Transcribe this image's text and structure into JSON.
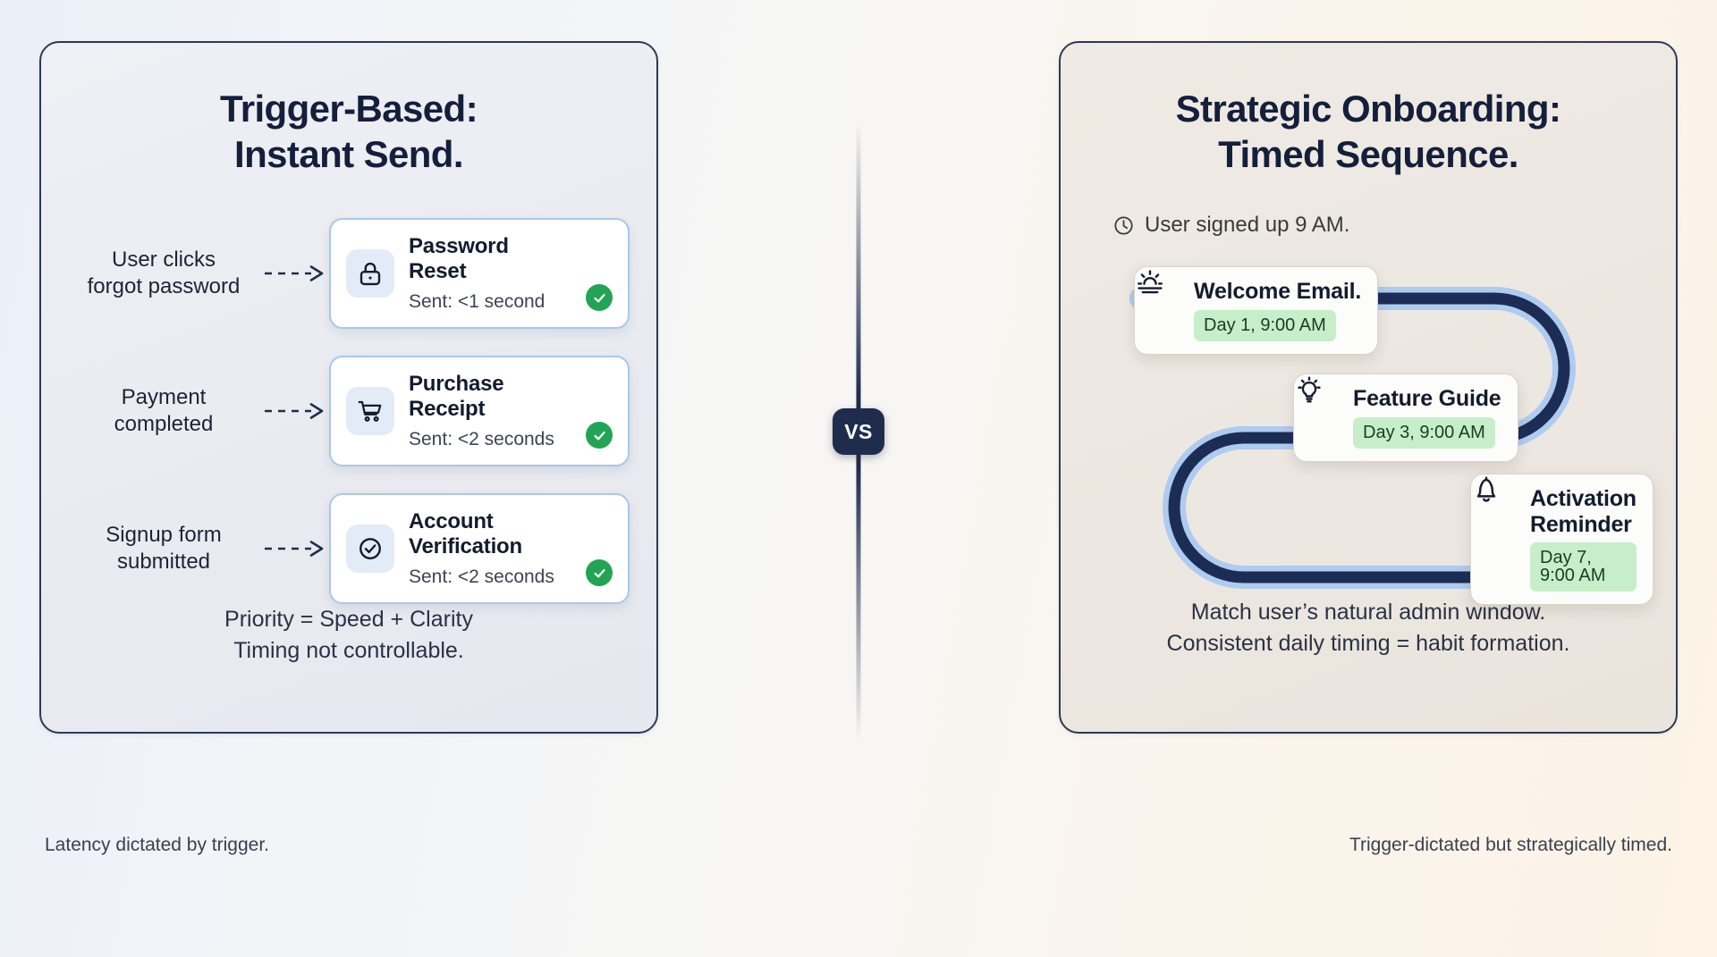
{
  "theme": {
    "navy": "#1f2d4d",
    "card_border_blue": "#a9c8ea",
    "icon_tile_blue": "#e3ebf7",
    "check_green": "#23a455",
    "chip_green_bg": "#c6efc9",
    "timeline_dark": "#1c2d55",
    "timeline_glow": "#aecbf0",
    "left_panel_bg": "#e9ebf1",
    "right_panel_bg": "#ece7e0"
  },
  "divider": {
    "badge_label": "VS"
  },
  "left_panel": {
    "title": "Trigger-Based:\nInstant Send.",
    "triggers": [
      {
        "label": "User clicks\nforgot password",
        "icon": "lock-icon",
        "mail_title": "Password Reset",
        "mail_sub": "Sent: <1 second",
        "status": "sent-check"
      },
      {
        "label": "Payment\ncompleted",
        "icon": "shopping-cart-icon",
        "mail_title": "Purchase Receipt",
        "mail_sub": "Sent: <2 seconds",
        "status": "sent-check"
      },
      {
        "label": "Signup form\nsubmitted",
        "icon": "check-circle-icon",
        "mail_title": "Account Verification",
        "mail_sub": "Sent: <2 seconds",
        "status": "sent-check"
      }
    ],
    "note": "Priority = Speed + Clarity\nTiming not controllable.",
    "caption": "Latency dictated by trigger."
  },
  "right_panel": {
    "title": "Strategic Onboarding:\nTimed Sequence.",
    "signup_stamp": {
      "icon": "clock-icon",
      "text": "User signed up 9 AM."
    },
    "steps": [
      {
        "icon": "sunrise-icon",
        "title": "Welcome Email.",
        "chip": "Day 1, 9:00 AM"
      },
      {
        "icon": "lightbulb-icon",
        "title": "Feature Guide",
        "chip": "Day 3, 9:00 AM"
      },
      {
        "icon": "bell-icon",
        "title": "Activation\nReminder",
        "chip": "Day 7, 9:00 AM"
      }
    ],
    "note": "Match user’s natural admin window.\nConsistent daily timing = habit formation.",
    "caption": "Trigger-dictated but strategically timed."
  }
}
